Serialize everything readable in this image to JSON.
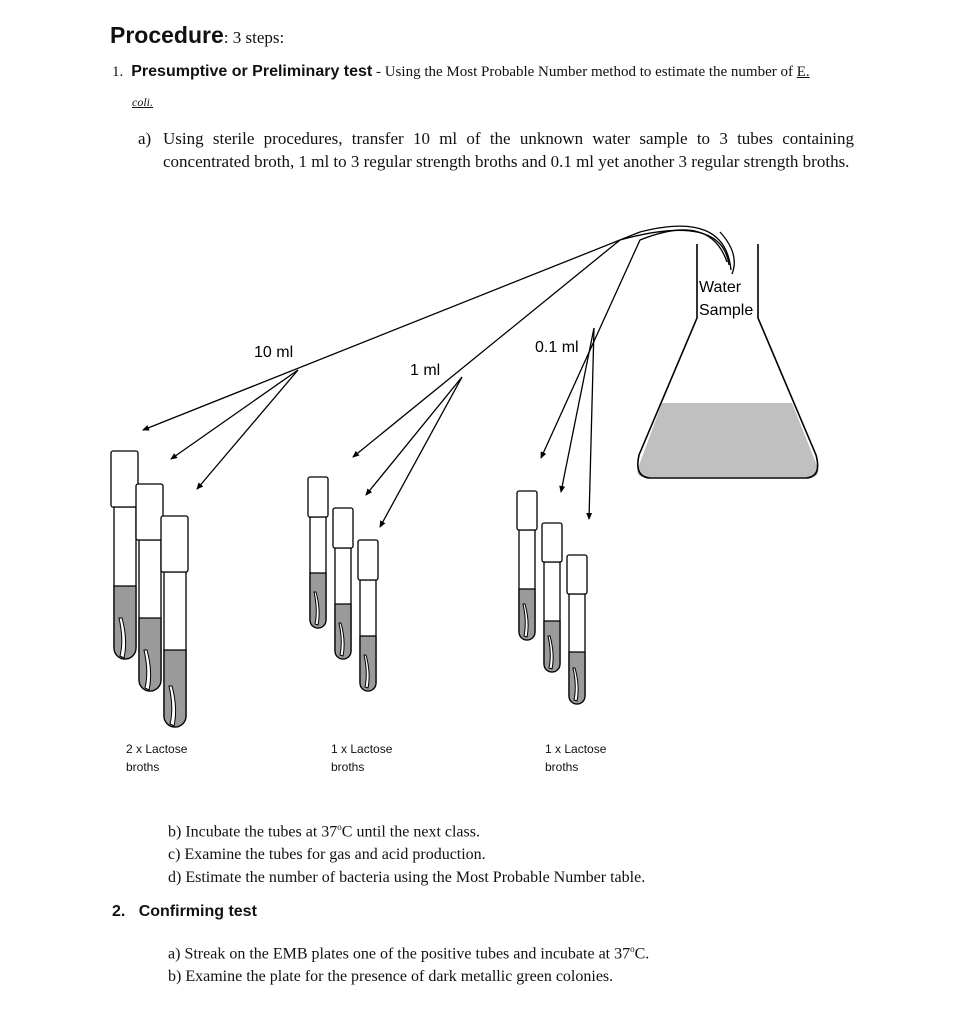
{
  "heading": {
    "word": "Procedure",
    "rest": ": 3 steps:"
  },
  "step1": {
    "number": "1.",
    "title": "Presumptive or Preliminary test",
    "desc": " - Using the Most Probable Number method to estimate the number of ",
    "organism_line1": "E.",
    "organism_line2": "coli."
  },
  "step1_a": {
    "label": "a)",
    "text": "Using sterile procedures, transfer 10 ml of the unknown water sample to 3 tubes containing concentrated broth, 1 ml to 3 regular strength broths and 0.1 ml yet another 3 regular strength broths."
  },
  "diagram": {
    "flask_label_line1": "Water",
    "flask_label_line2": "Sample",
    "volume_10": "10 ml",
    "volume_1": "1 ml",
    "volume_01": "0.1 ml",
    "group1_label_line1": "2 x Lactose",
    "group1_label_line2": "broths",
    "group2_label_line1": "1 x Lactose",
    "group2_label_line2": "broths",
    "group3_label_line1": "1 x Lactose",
    "group3_label_line2": "broths",
    "colors": {
      "broth": "#9a9a9a",
      "water": "#c0c0c0",
      "line": "#000000"
    }
  },
  "step1_rest": [
    {
      "label": "b)",
      "text": "Incubate the tubes at 37",
      "sup": "o",
      "tail": "C until the next class."
    },
    {
      "label": "c)",
      "text": "Examine the tubes for gas and acid production."
    },
    {
      "label": "d)",
      "text": "Estimate the number of bacteria using the Most Probable Number table."
    }
  ],
  "step2": {
    "number": "2.",
    "title": "Confirming test",
    "items": [
      {
        "label": "a)",
        "text": "Streak on the EMB plates one of the positive tubes and incubate at 37",
        "sup": "o",
        "tail": "C."
      },
      {
        "label": "b)",
        "text": "Examine the plate for the presence of dark metallic green colonies."
      }
    ]
  }
}
